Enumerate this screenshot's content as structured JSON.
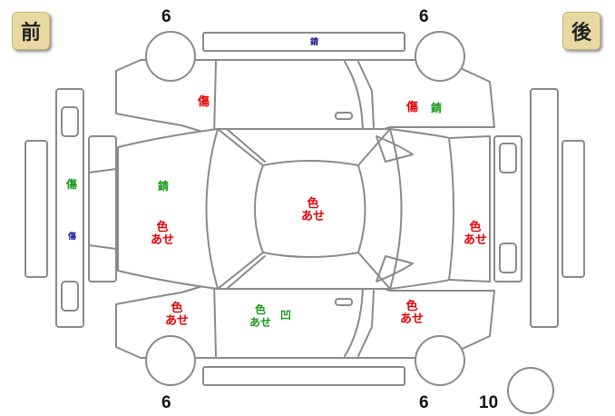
{
  "badges": {
    "front": "前",
    "rear": "後"
  },
  "wheel_numbers": {
    "top_left": "6",
    "top_right": "6",
    "bottom_left": "6",
    "bottom_right": "6",
    "spare": "10"
  },
  "marks": {
    "top_roof_rail": "錆",
    "top_front_door": "傷",
    "top_rear_door_scratch": "傷",
    "top_rear_door_rust": "錆",
    "front_bumper_scratch": "傷",
    "front_bumper_small": "傷",
    "hood_rust": "錆",
    "hood_color": "色",
    "hood_fade": "あせ",
    "roof_color": "色",
    "roof_fade": "あせ",
    "trunk_color": "色",
    "trunk_fade": "あせ",
    "bottom_front_fender_color": "色",
    "bottom_front_fender_fade": "あせ",
    "bottom_front_door_color": "色",
    "bottom_front_door_fade": "あせ",
    "bottom_front_door_dent": "凹",
    "bottom_rear_door_color": "色",
    "bottom_rear_door_fade": "あせ"
  },
  "colors": {
    "outline": "#8a8a8a",
    "red": "#e60000",
    "green": "#1a9a1a",
    "blue": "#1a1a9a",
    "badge": "#e8d9a2"
  }
}
